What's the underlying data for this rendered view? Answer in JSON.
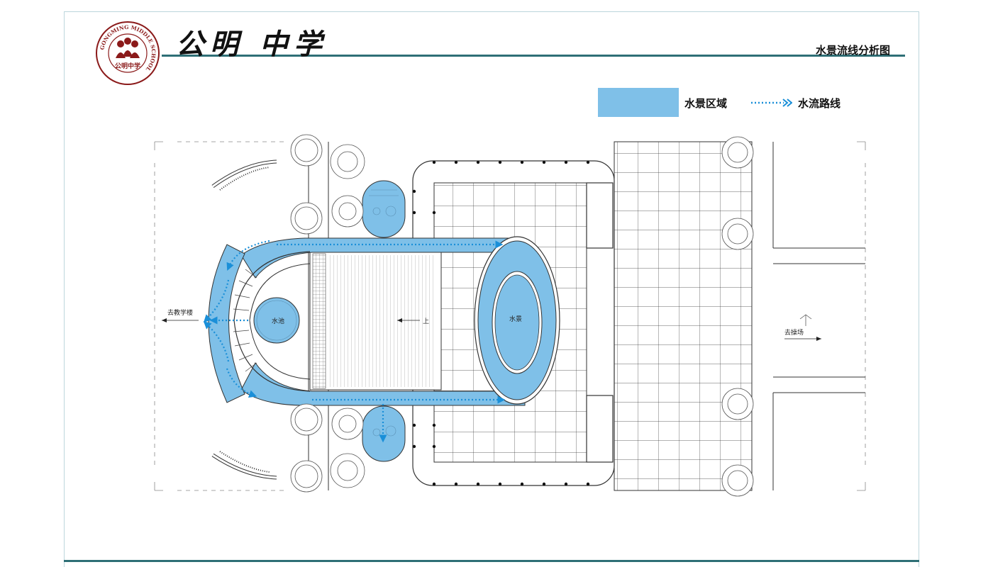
{
  "header": {
    "school_name": "公明 中学",
    "sheet_title": "水景流线分析图",
    "logo": {
      "ring_text": "GONGMING MIDDLE SCHOOL",
      "inner_text": "公明中学",
      "color": "#8b1a1a"
    }
  },
  "legend": {
    "water_area_label": "水景区域",
    "water_flow_label": "水流路线",
    "water_area_color": "#7fc0e8",
    "flow_color": "#1a8fd8"
  },
  "plan": {
    "labels": {
      "to_teaching_building": "去教学楼",
      "to_playground": "去操场",
      "pool": "水池",
      "water_feature": "水景",
      "up": "上"
    }
  },
  "colors": {
    "accent_rule": "#2e6f76",
    "line": "#222222"
  }
}
